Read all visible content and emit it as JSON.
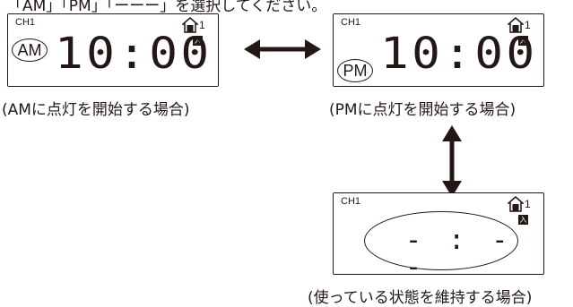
{
  "top_text": "「AM」「PM」「ーーー」を選択してください。",
  "panels": {
    "am": {
      "channel": "CH1",
      "house_number": "1",
      "mode_badge": "入",
      "period": "AM",
      "time": "10:00",
      "caption": "(AMに点灯を開始する場合)"
    },
    "pm": {
      "channel": "CH1",
      "house_number": "1",
      "mode_badge": "入",
      "period": "PM",
      "time": "10:00",
      "caption": "(PMに点灯を開始する場合)"
    },
    "keep": {
      "channel": "CH1",
      "house_number": "1",
      "mode_badge": "入",
      "time": "- : - -",
      "caption": "(使っている状態を維持する場合)"
    }
  }
}
